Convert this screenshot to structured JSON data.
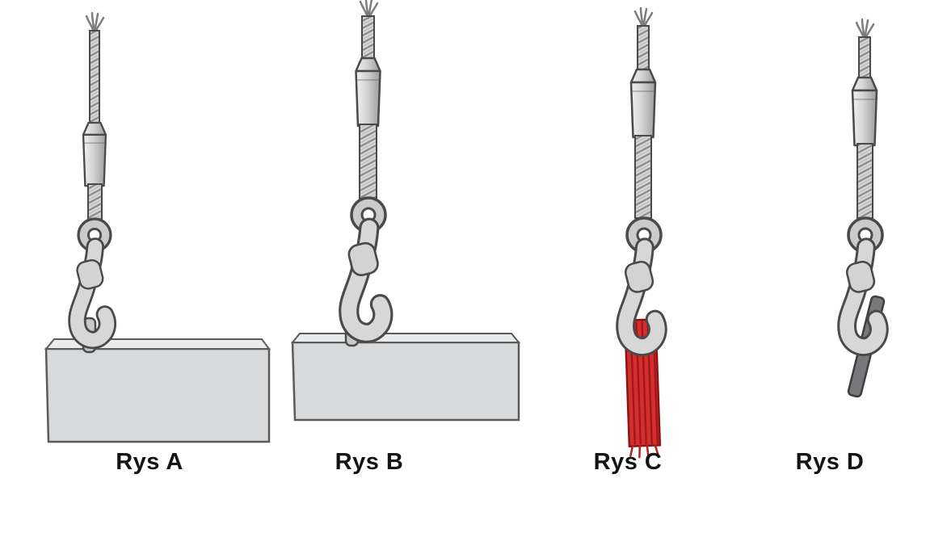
{
  "figures": [
    {
      "id": "A",
      "label": "Rys A"
    },
    {
      "id": "B",
      "label": "Rys B"
    },
    {
      "id": "C",
      "label": "Rys C"
    },
    {
      "id": "D",
      "label": "Rys D"
    }
  ],
  "colors": {
    "background": "#ffffff",
    "outline": "#4a4a4a",
    "metal_light": "#d7d7d7",
    "metal_dark": "#9d9d9d",
    "slab_fill": "#d7d9db",
    "slab_top": "#e9ebec",
    "sling_red": "#d32f2f",
    "sling_red_dark": "#a31818",
    "rod_gray": "#77787a",
    "label_text": "#141414"
  }
}
